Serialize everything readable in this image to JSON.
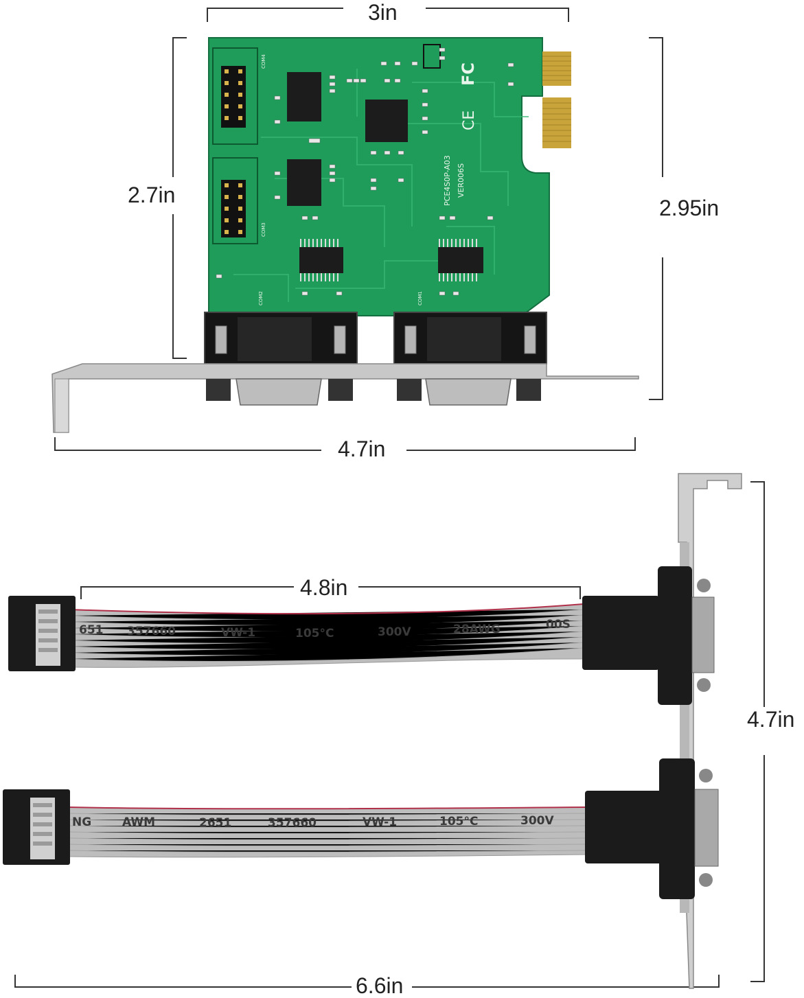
{
  "dimensions": {
    "card_width": "3in",
    "card_height": "2.7in",
    "card_height_with_connectors": "2.95in",
    "bracket_width": "4.7in",
    "cable_length": "4.8in",
    "bracket_height": "4.7in",
    "assembly_width": "6.6in"
  },
  "pcb": {
    "model": "PCE4S0P-A03",
    "version": "VER006S",
    "fc_mark": "FC",
    "ce_mark": "CE",
    "port_labels": [
      "COM4",
      "COM3",
      "COM2",
      "COM1"
    ]
  },
  "cable_top_print": [
    "651",
    "357660",
    "VW-1",
    "105°C",
    "300V",
    "28AWG",
    "00S"
  ],
  "cable_bottom_print": [
    "NG",
    "AWM",
    "2651",
    "357660",
    "VW-1",
    "105°C",
    "300V"
  ],
  "colors": {
    "pcb_green": "#1f9b5a",
    "gold_finger": "#c9a43a",
    "bracket_metal": "#c8c8c8",
    "ribbon_gray": "#bdbdbd",
    "connector_black": "#1b1b1b"
  }
}
